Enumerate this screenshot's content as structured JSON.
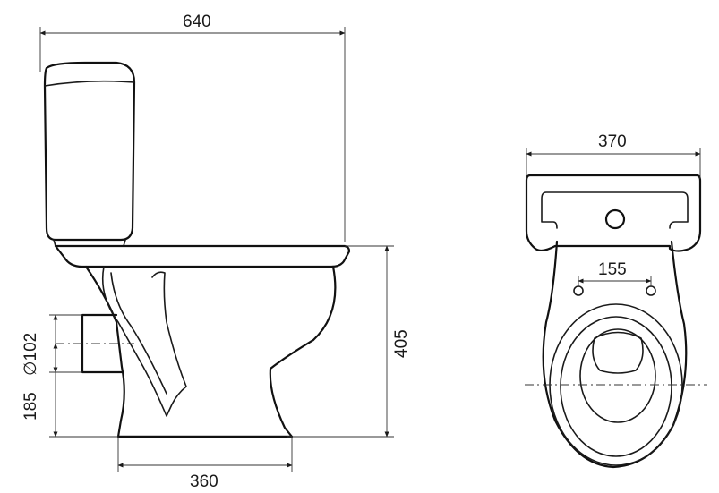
{
  "dimensions": {
    "side_total_length": "640",
    "front_width": "370",
    "front_mount_hole_spacing": "155",
    "side_height": "405",
    "outlet_diameter": "∅102",
    "outlet_height": "185",
    "base_length": "360"
  }
}
